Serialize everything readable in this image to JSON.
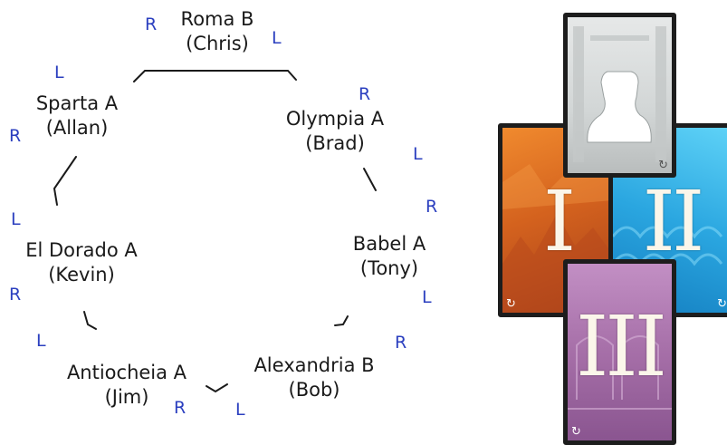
{
  "players": [
    {
      "id": "roma",
      "city": "Roma B",
      "name": "(Chris)"
    },
    {
      "id": "olympia",
      "city": "Olympia A",
      "name": "(Brad)"
    },
    {
      "id": "babel",
      "city": "Babel A",
      "name": "(Tony)"
    },
    {
      "id": "alexandria",
      "city": "Alexandria B",
      "name": "(Bob)"
    },
    {
      "id": "antiocheia",
      "city": "Antiocheia A",
      "name": "(Jim)"
    },
    {
      "id": "el-dorado",
      "city": "El Dorado A",
      "name": "(Kevin)"
    },
    {
      "id": "sparta",
      "city": "Sparta A",
      "name": "(Allan)"
    }
  ],
  "directions": {
    "left": "L",
    "right": "R"
  },
  "age_cards": [
    {
      "id": "age-1",
      "numeral": "I",
      "color": "#d4621e"
    },
    {
      "id": "age-2",
      "numeral": "II",
      "color": "#2aa6e0"
    },
    {
      "id": "age-3",
      "numeral": "III",
      "color": "#a66fa8"
    }
  ],
  "leader_card": {
    "color": "#d9dcdc"
  },
  "colors": {
    "direction_text": "#2b3fbf",
    "link_line": "#1a1a1a"
  },
  "icons": [
    "rotate-icon",
    "bust-silhouette-icon"
  ]
}
